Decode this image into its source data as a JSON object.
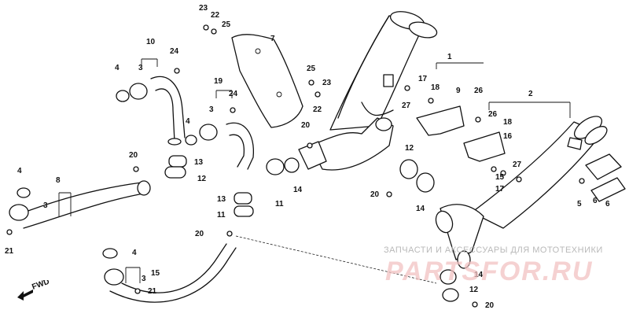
{
  "diagram": {
    "labels": [
      "1",
      "2",
      "3",
      "4",
      "5",
      "6",
      "7",
      "8",
      "9",
      "10",
      "11",
      "12",
      "13",
      "14",
      "15",
      "16",
      "17",
      "18",
      "19",
      "20",
      "21",
      "22",
      "23",
      "24",
      "25",
      "26",
      "27"
    ],
    "fwd_label": "FWD"
  },
  "watermark": {
    "line1": "ЗАПЧАСТИ И АКСЕССУАРЫ ДЛЯ МОТОТЕХНИКИ",
    "logo": "PARTSFOR.RU"
  }
}
